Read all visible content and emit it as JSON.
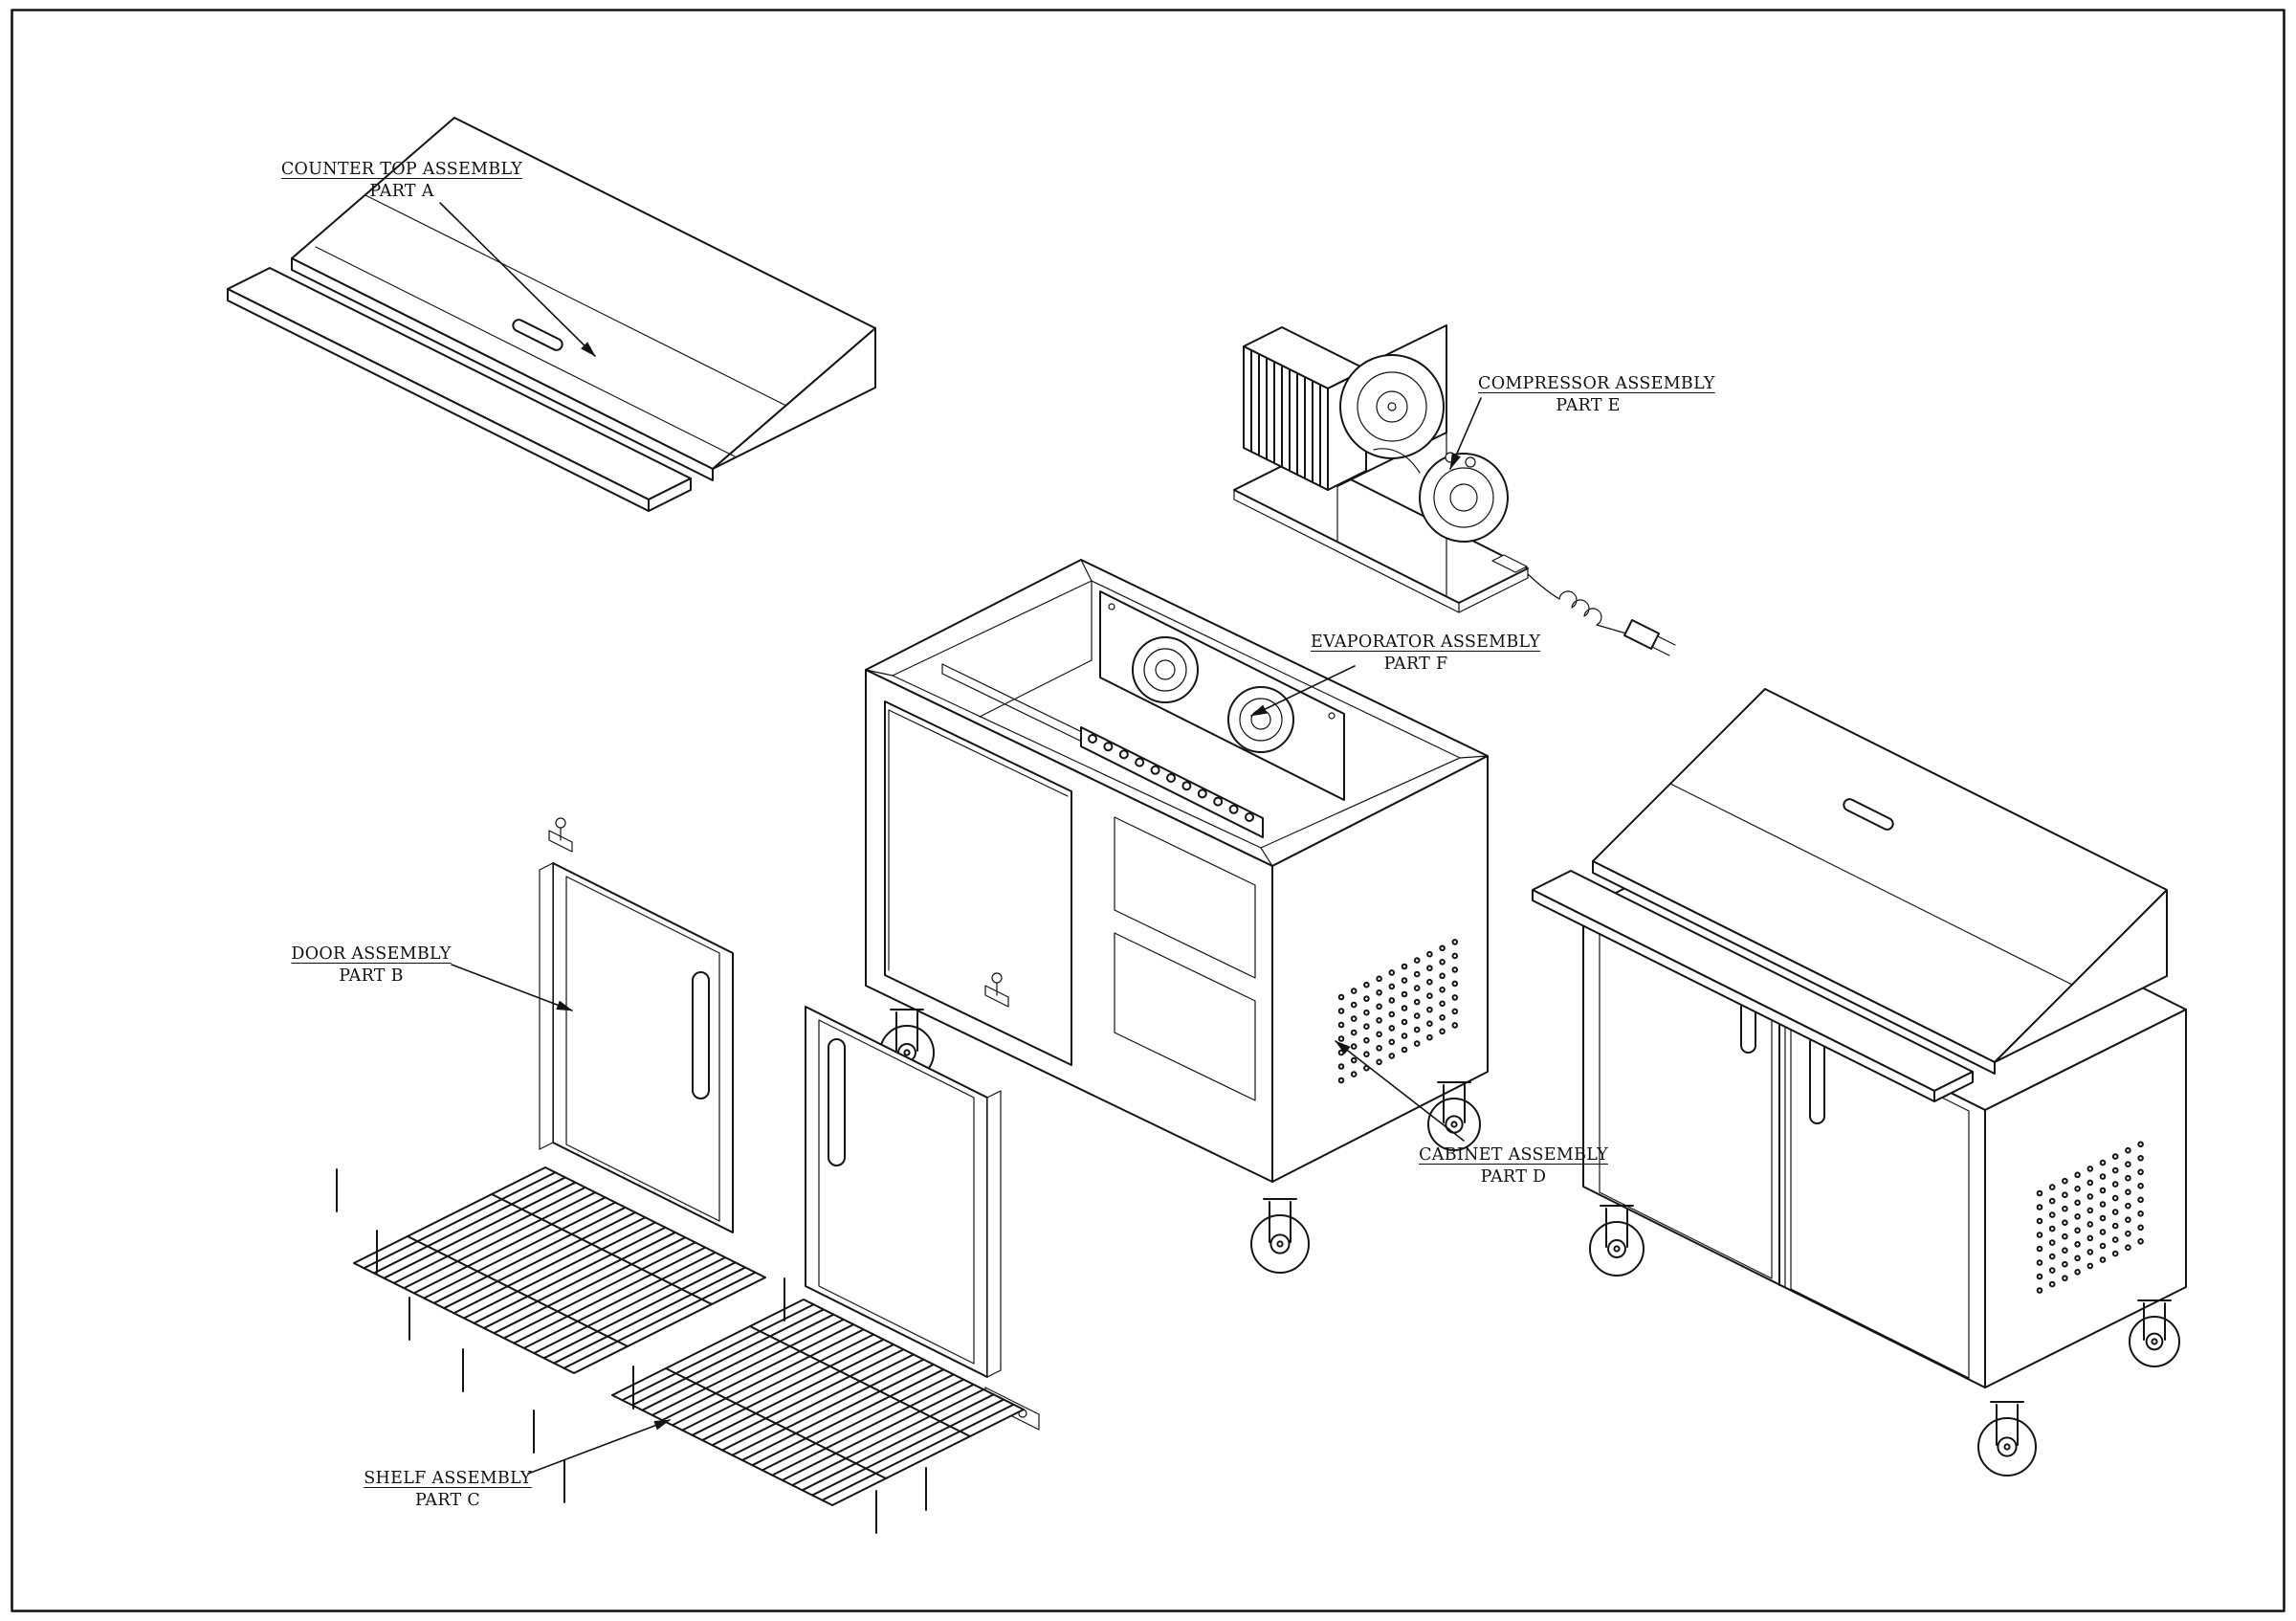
{
  "colors": {
    "ink": "#141414",
    "paper": "#ffffff"
  },
  "labels": [
    {
      "id": "counter-top",
      "line1": "COUNTER TOP ASSEMBLY",
      "line2": "PART A"
    },
    {
      "id": "door",
      "line1": "DOOR ASSEMBLY",
      "line2": "PART B"
    },
    {
      "id": "shelf",
      "line1": "SHELF ASSEMBLY",
      "line2": "PART C"
    },
    {
      "id": "cabinet",
      "line1": "CABINET ASSEMBLY",
      "line2": "PART D"
    },
    {
      "id": "compressor",
      "line1": "COMPRESSOR ASSEMBLY",
      "line2": "PART E"
    },
    {
      "id": "evaporator",
      "line1": "EVAPORATOR ASSEMBLY",
      "line2": "PART F"
    }
  ]
}
